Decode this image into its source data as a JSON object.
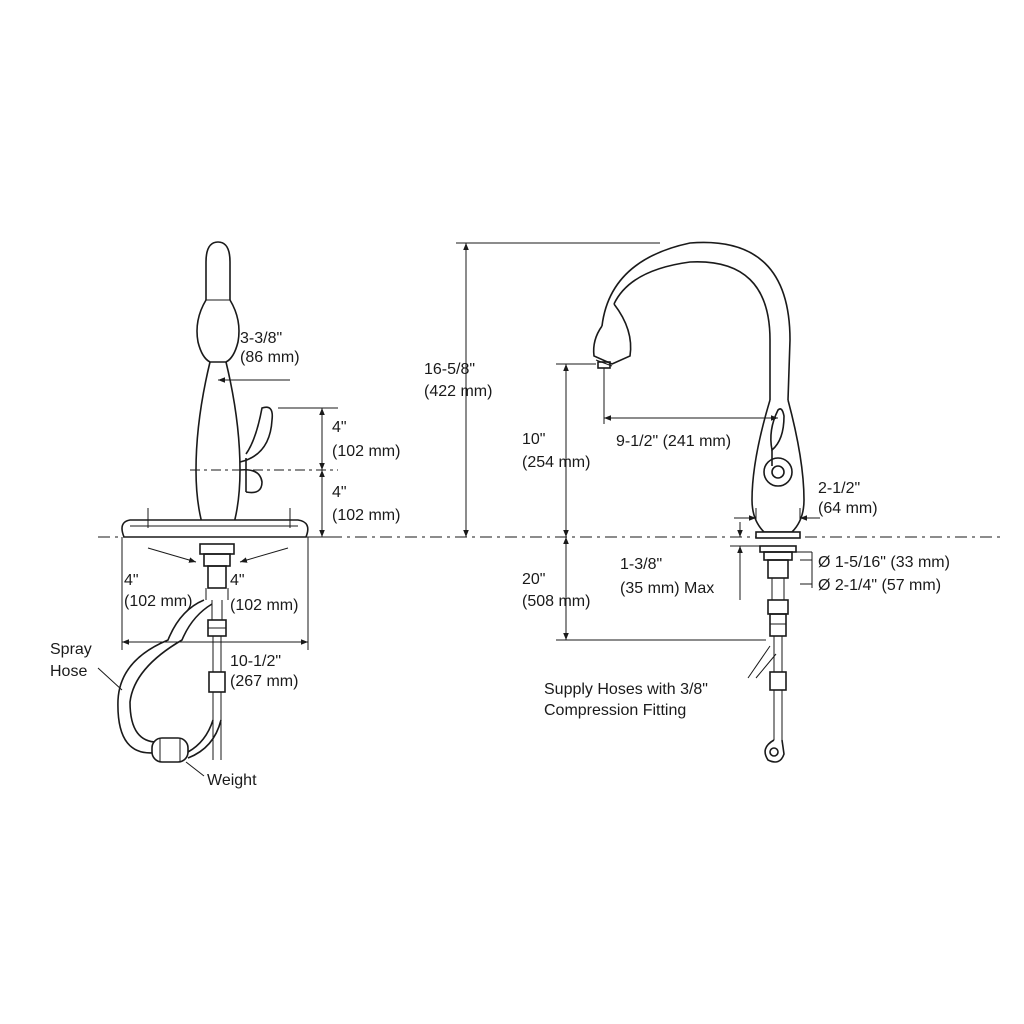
{
  "front_view": {
    "handle_offset": [
      "3-3/8\"",
      "(86 mm)"
    ],
    "upper_height": [
      "4\"",
      "(102 mm)"
    ],
    "lower_height": [
      "4\"",
      "(102 mm)"
    ],
    "plate_left": [
      "4\"",
      "(102 mm)"
    ],
    "plate_right": [
      "4\"",
      "(102 mm)"
    ],
    "plate_width": [
      "10-1/2\"",
      "(267 mm)"
    ],
    "spray_hose_label": [
      "Spray",
      "Hose"
    ],
    "weight_label": "Weight"
  },
  "side_view": {
    "overall_height": [
      "16-5/8\"",
      "(422 mm)"
    ],
    "spout_height": [
      "10\"",
      "(254 mm)"
    ],
    "spout_reach": "9-1/2\" (241 mm)",
    "base_diameter": [
      "2-1/2\"",
      "(64 mm)"
    ],
    "below_deck": [
      "20\"",
      "(508 mm)"
    ],
    "deck_thickness": [
      "1-3/8\"",
      "(35 mm) Max"
    ],
    "hole_min": "Ø 1-5/16\" (33 mm)",
    "hole_max": "Ø 2-1/4\" (57 mm)",
    "supply_label": [
      "Supply Hoses with 3/8\"",
      "Compression Fitting"
    ]
  }
}
